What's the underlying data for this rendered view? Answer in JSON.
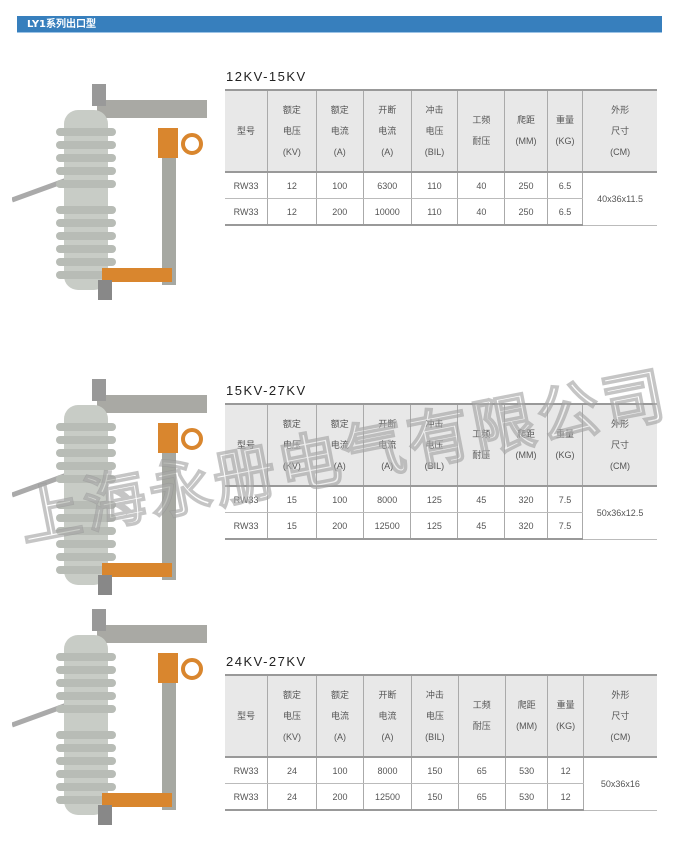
{
  "banner": {
    "title": "LY1系列出口型"
  },
  "watermark": "上海永册电气有限公司",
  "headers": [
    [
      "型号"
    ],
    [
      "额定",
      "电压",
      "(KV)"
    ],
    [
      "额定",
      "电流",
      "(A)"
    ],
    [
      "开断",
      "电流",
      "(A)"
    ],
    [
      "冲击",
      "电压",
      "(BIL)"
    ],
    [
      "工频",
      "耐压"
    ],
    [
      "爬距",
      "(MM)"
    ],
    [
      "重量",
      "(KG)"
    ],
    [
      "外形",
      "尺寸",
      "(CM)"
    ]
  ],
  "sections": [
    {
      "title": "12KV-15KV",
      "rows": [
        [
          "RW33",
          "12",
          "100",
          "6300",
          "110",
          "40",
          "250",
          "6.5"
        ],
        [
          "RW33",
          "12",
          "200",
          "10000",
          "110",
          "40",
          "250",
          "6.5"
        ]
      ],
      "size": "40x36x11.5"
    },
    {
      "title": "15KV-27KV",
      "rows": [
        [
          "RW33",
          "15",
          "100",
          "8000",
          "125",
          "45",
          "320",
          "7.5"
        ],
        [
          "RW33",
          "15",
          "200",
          "12500",
          "125",
          "45",
          "320",
          "7.5"
        ]
      ],
      "size": "50x36x12.5"
    },
    {
      "title": "24KV-27KV",
      "rows": [
        [
          "RW33",
          "24",
          "100",
          "8000",
          "150",
          "65",
          "530",
          "12"
        ],
        [
          "RW33",
          "24",
          "200",
          "12500",
          "150",
          "65",
          "530",
          "12"
        ]
      ],
      "size": "50x36x16"
    }
  ],
  "colors": {
    "banner": "#377fbd",
    "insulator": "#c8ccc6",
    "fitting": "#d9862e"
  }
}
